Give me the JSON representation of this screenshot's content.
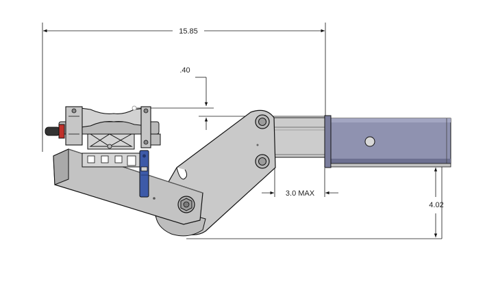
{
  "dimensions": {
    "overall_length": "15.85",
    "offset": ".40",
    "extension": "3.0 MAX",
    "height": "4.02"
  },
  "colors": {
    "background": "#ffffff",
    "line": "#111111",
    "plate": "#c9c9c9",
    "plate_dark": "#b4b4b4",
    "tube": "#8f92b0",
    "tube_dark": "#6d7090",
    "blue_arm": "#3d5aa8",
    "red_knob": "#c0302a"
  }
}
